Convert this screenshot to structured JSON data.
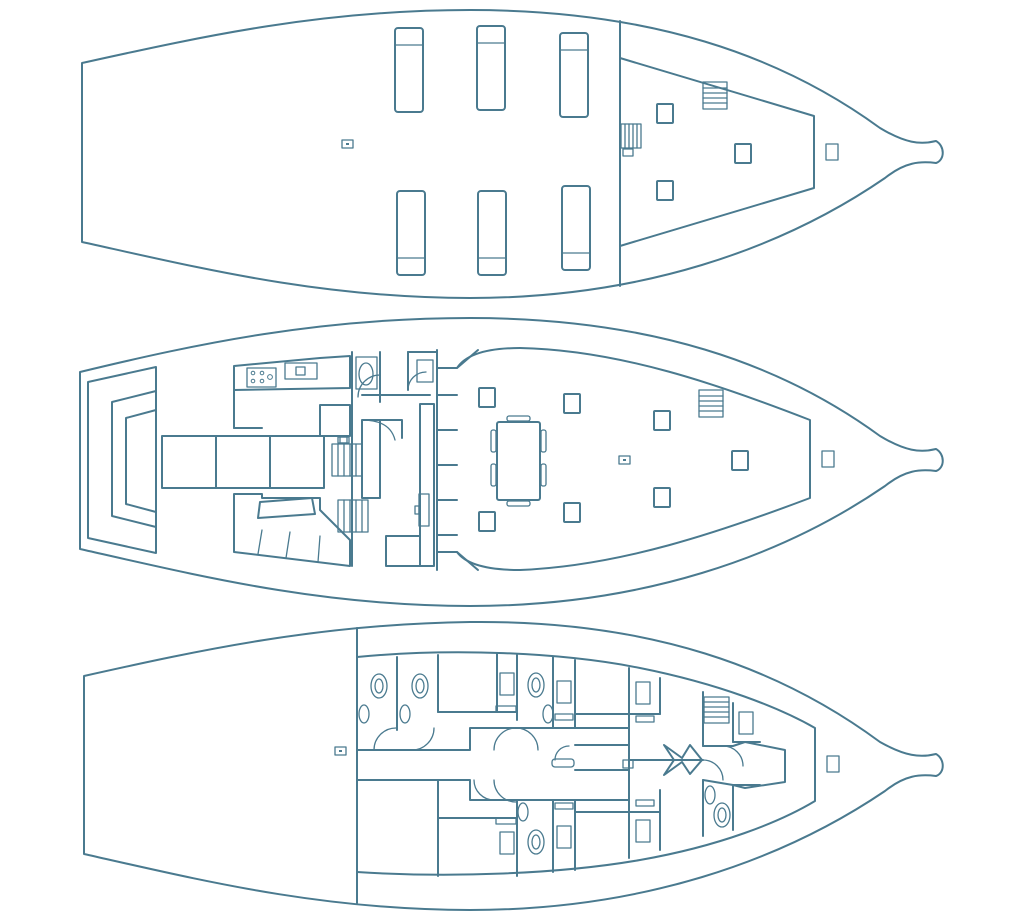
{
  "diagram": {
    "kind": "boat deck plan",
    "line_color": "#4a7a8f",
    "background": "#ffffff",
    "decks": [
      {
        "id": "sun-deck",
        "order": 1,
        "visible_text": ""
      },
      {
        "id": "main-deck",
        "order": 2,
        "visible_text": ""
      },
      {
        "id": "lower-deck",
        "order": 3,
        "visible_text": ""
      }
    ]
  }
}
